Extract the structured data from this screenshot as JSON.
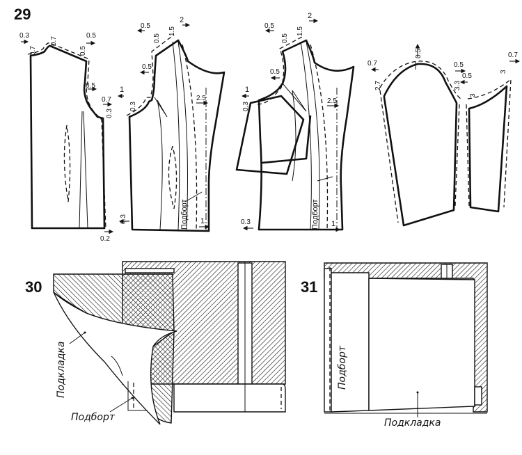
{
  "figures": {
    "fig29": {
      "number": "29",
      "front_left": {
        "labels": [
          "0.3",
          "0.7",
          "0.7",
          "0.5",
          "0.5",
          "0.5",
          "0.7",
          "0.3",
          "0.2"
        ]
      },
      "front_right": {
        "labels": [
          "0.5",
          "0.5",
          "1.5",
          "2",
          "0.5",
          "1",
          "0.3",
          "2.5",
          "0.3",
          "1"
        ],
        "facing_label": "Подборт"
      },
      "front_third": {
        "labels": [
          "0.5",
          "0.5",
          "1.5",
          "2",
          "0.5",
          "1",
          "0.3",
          "2.5",
          "0.3",
          "1"
        ],
        "facing_label": "Подборт"
      },
      "sleeve": {
        "labels": [
          "0.5",
          "0.7",
          "2.7",
          "0.5",
          "3.3",
          "0.5",
          "3",
          "0.7",
          "3"
        ]
      }
    },
    "fig30": {
      "number": "30",
      "lining_label": "Подкладка",
      "facing_label": "Подборт"
    },
    "fig31": {
      "number": "31",
      "facing_label": "Подборт",
      "lining_label": "Подкладка"
    }
  }
}
